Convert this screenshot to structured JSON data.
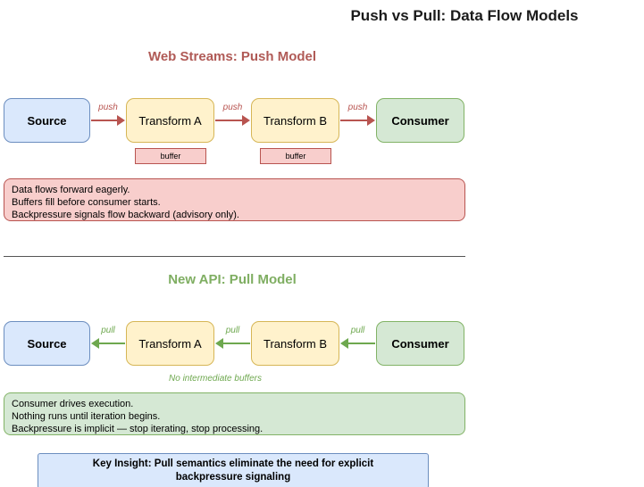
{
  "title": "Push vs Pull: Data Flow Models",
  "colors": {
    "push_accent": "#b85450",
    "pull_accent": "#6ea84f",
    "source_fill": "#dae8fc",
    "source_border": "#6c8ebf",
    "transform_fill": "#fff2cc",
    "transform_border": "#d6b656",
    "consumer_fill": "#d5e8d4",
    "consumer_border": "#82b366",
    "buffer_fill": "#f8cecc",
    "buffer_border": "#b85450"
  },
  "push_section": {
    "heading": "Web Streams: Push Model",
    "nodes": [
      {
        "label": "Source"
      },
      {
        "label": "Transform A"
      },
      {
        "label": "Transform B"
      },
      {
        "label": "Consumer"
      }
    ],
    "arrow_label": "push",
    "buffer_label": "buffer",
    "note_lines": [
      "Data flows forward eagerly.",
      "Buffers fill before consumer starts.",
      "Backpressure signals flow backward (advisory only)."
    ]
  },
  "pull_section": {
    "heading": "New API: Pull Model",
    "nodes": [
      {
        "label": "Source"
      },
      {
        "label": "Transform A"
      },
      {
        "label": "Transform B"
      },
      {
        "label": "Consumer"
      }
    ],
    "arrow_label": "pull",
    "no_buffer_note": "No intermediate buffers",
    "note_lines": [
      "Consumer drives execution.",
      "Nothing runs until iteration begins.",
      "Backpressure is implicit — stop iterating, stop processing."
    ]
  },
  "key_insight": "Key Insight: Pull semantics eliminate the need for explicit backpressure signaling"
}
